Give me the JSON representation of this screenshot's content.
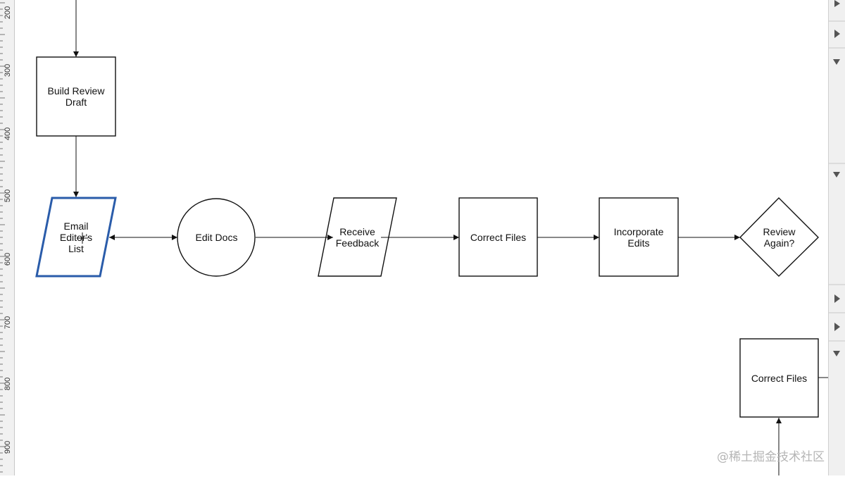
{
  "ruler": {
    "ticks": [
      "200",
      "300",
      "400",
      "500",
      "600",
      "700",
      "800",
      "900"
    ]
  },
  "nodes": {
    "build_review_draft": {
      "lines": [
        "Build Review",
        "Draft"
      ]
    },
    "email_editors_list": {
      "lines": [
        "Email",
        "Editor's",
        "List"
      ]
    },
    "edit_docs": {
      "lines": [
        "Edit Docs"
      ]
    },
    "receive_feedback": {
      "lines": [
        "Receive",
        "Feedback"
      ]
    },
    "correct_files": {
      "lines": [
        "Correct Files"
      ]
    },
    "incorporate_edits": {
      "lines": [
        "Incorporate",
        "Edits"
      ]
    },
    "review_again": {
      "lines": [
        "Review",
        "Again?"
      ]
    },
    "correct_files_2": {
      "lines": [
        "Correct Files"
      ]
    }
  },
  "selection_color": "#2a5caa",
  "watermark": "@稀土掘金技术社区"
}
